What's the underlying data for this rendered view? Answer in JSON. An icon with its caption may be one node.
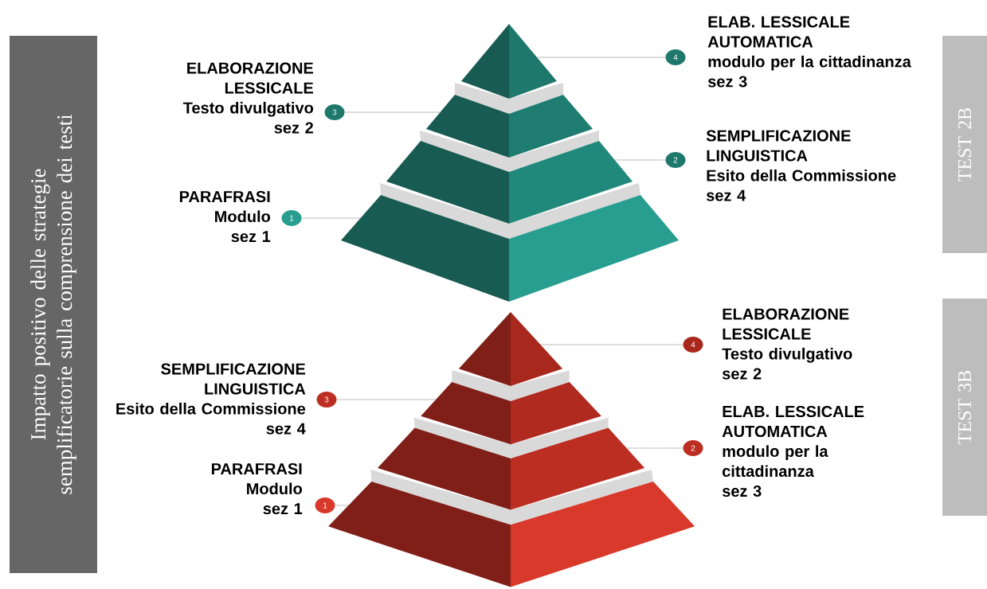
{
  "diagram": {
    "nodes": [
      {
        "text": [
          "Impatto positivo delle strategie semplificatorie sulla comprensione dei testi"
        ]
      },
      {
        "text": [
          "TEST 2B"
        ]
      },
      {
        "text": [
          "TEST 3B"
        ]
      },
      {
        "text": [],
        "shape": "triangle"
      },
      {
        "text": [],
        "shape": "trapezoid"
      },
      {
        "text": [],
        "shape": "trapezoid"
      },
      {
        "text": [],
        "shape": "trapezoid"
      },
      {
        "text": [
          "4"
        ],
        "beside": [
          "ELAB. LESSICALE AUTOMATICA",
          "modulo per la cittadinanza",
          "sez 3"
        ]
      },
      {
        "text": [
          "3"
        ],
        "beside": [
          "ELABORAZIONE LESSICALE",
          "Testo divulgativo",
          "sez 2"
        ]
      },
      {
        "text": [
          "2"
        ],
        "beside": [
          "SEMPLIFICAZIONE LINGUISTICA",
          "Esito della Commissione",
          "sez 4"
        ]
      },
      {
        "text": [
          "1"
        ],
        "beside": [
          "PARAFRASI",
          "Modulo",
          "sez 1"
        ]
      },
      {
        "text": [],
        "shape": "triangle"
      },
      {
        "text": [],
        "shape": "trapezoid"
      },
      {
        "text": [],
        "shape": "trapezoid"
      },
      {
        "text": [],
        "shape": "trapezoid"
      },
      {
        "text": [
          "4"
        ],
        "beside": [
          "ELABORAZIONE LESSICALE",
          "Testo divulgativo",
          "sez 2"
        ]
      },
      {
        "text": [
          "3"
        ],
        "beside": [
          "SEMPLIFICAZIONE LINGUISTICA",
          "Esito della Commissione",
          "sez 4"
        ]
      },
      {
        "text": [
          "2"
        ],
        "beside": [
          "ELAB. LESSICALE AUTOMATICA",
          "modulo per la cittadinanza",
          "sez 3"
        ]
      },
      {
        "text": [
          "1"
        ],
        "beside": [
          "PARAFRASI",
          "Modulo",
          "sez 1"
        ]
      }
    ],
    "edges": [
      {
        "from": 7,
        "to": 3,
        "arrow": "none"
      },
      {
        "from": 8,
        "to": 4,
        "arrow": "none"
      },
      {
        "from": 9,
        "to": 5,
        "arrow": "none"
      },
      {
        "from": 10,
        "to": 6,
        "arrow": "none"
      },
      {
        "from": 15,
        "to": 11,
        "arrow": "none"
      },
      {
        "from": 16,
        "to": 12,
        "arrow": "none"
      },
      {
        "from": 17,
        "to": 13,
        "arrow": "none"
      },
      {
        "from": 18,
        "to": 14,
        "arrow": "none"
      }
    ]
  }
}
